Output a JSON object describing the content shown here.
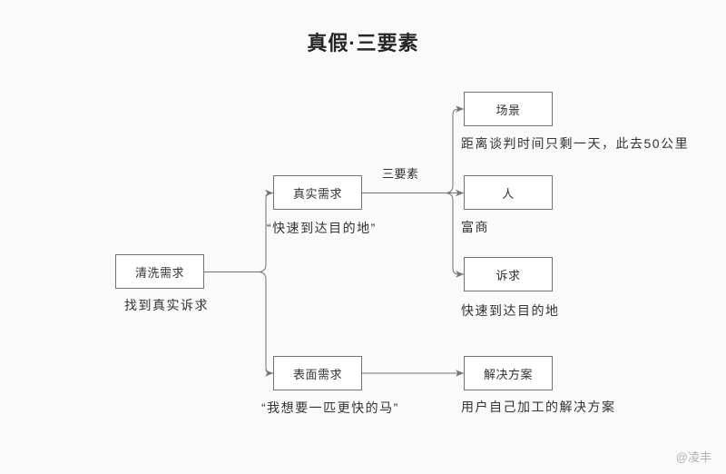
{
  "title": "真假·三要素",
  "edge_label": "三要素",
  "watermark": "@凌丰",
  "nodes": {
    "clean": {
      "label": "清洗需求",
      "caption": "找到真实诉求"
    },
    "real": {
      "label": "真实需求",
      "caption": "“快速到达目的地”"
    },
    "surface": {
      "label": "表面需求",
      "caption": "“我想要一匹更快的马”"
    },
    "scene": {
      "label": "场景",
      "caption": "距离谈判时间只剩一天，此去50公里"
    },
    "person": {
      "label": "人",
      "caption": "富商"
    },
    "appeal": {
      "label": "诉求",
      "caption": "快速到达目的地"
    },
    "solution": {
      "label": "解决方案",
      "caption": "用户自己加工的解决方案"
    }
  },
  "edges": [
    {
      "from": "清洗需求",
      "to": "真实需求",
      "label": ""
    },
    {
      "from": "清洗需求",
      "to": "表面需求",
      "label": ""
    },
    {
      "from": "真实需求",
      "to": "场景",
      "label": "三要素"
    },
    {
      "from": "真实需求",
      "to": "人",
      "label": "三要素"
    },
    {
      "from": "真实需求",
      "to": "诉求",
      "label": "三要素"
    },
    {
      "from": "表面需求",
      "to": "解决方案",
      "label": ""
    }
  ],
  "colors": {
    "background": "#fafafa",
    "node_fill": "#ffffff",
    "node_border": "#737373",
    "connector": "#737373",
    "text": "#333333",
    "watermark": "#b3b3b3"
  }
}
